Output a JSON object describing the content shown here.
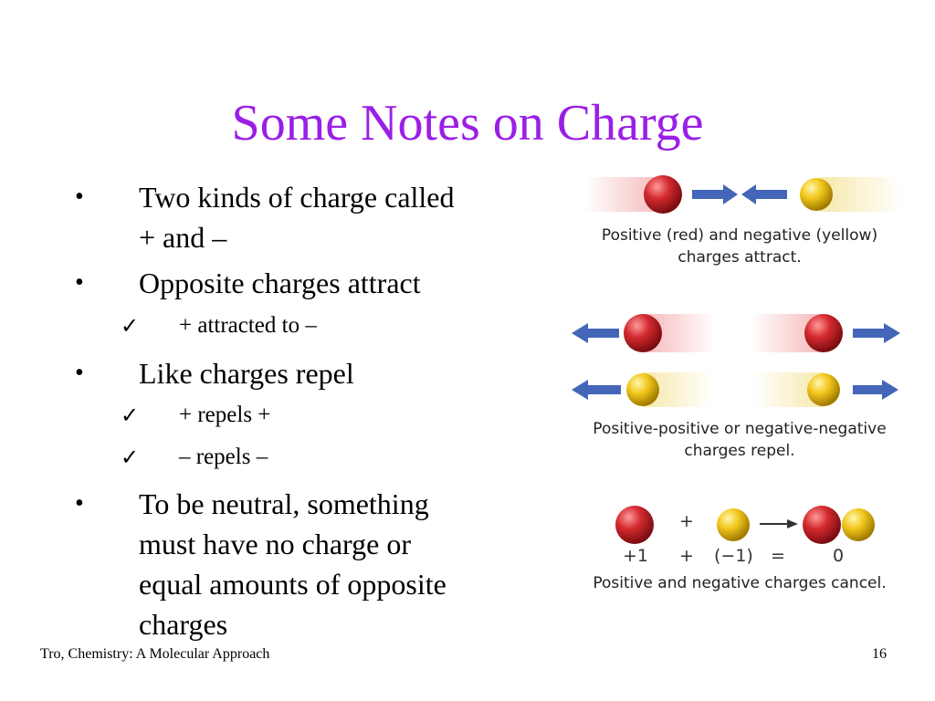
{
  "slide": {
    "title": "Some Notes on Charge",
    "bullets": [
      {
        "level": 1,
        "marker": "•",
        "lines": [
          "Two kinds of charge called",
          "+ and –"
        ]
      },
      {
        "level": 1,
        "marker": "•",
        "lines": [
          "Opposite charges attract"
        ]
      },
      {
        "level": 2,
        "marker": "✓",
        "lines": [
          "+ attracted to –"
        ]
      },
      {
        "level": 1,
        "marker": "•",
        "lines": [
          "Like charges repel"
        ]
      },
      {
        "level": 2,
        "marker": "✓",
        "lines": [
          "+ repels +"
        ]
      },
      {
        "level": 2,
        "marker": "✓",
        "lines": [
          "– repels –"
        ]
      },
      {
        "level": 1,
        "marker": "•",
        "lines": [
          "To be neutral, something",
          "must have no charge or",
          "equal amounts of opposite",
          "charges"
        ]
      }
    ]
  },
  "figure": {
    "colors": {
      "positive": "#d42a2f",
      "negative": "#f2c81c",
      "arrow": "#4466b8"
    },
    "captions": {
      "attract": [
        "Positive (red) and negative (yellow)",
        "charges attract."
      ],
      "repel": [
        "Positive-positive or negative-negative",
        "charges repel."
      ],
      "cancel": "Positive and negative charges cancel."
    },
    "equation": {
      "top_plus": "+",
      "positive": "+1",
      "plus": "+",
      "negative": "(−1)",
      "equals": "=",
      "result": "0"
    }
  },
  "footer": {
    "source": "Tro, Chemistry: A Molecular Approach",
    "page": "16"
  }
}
